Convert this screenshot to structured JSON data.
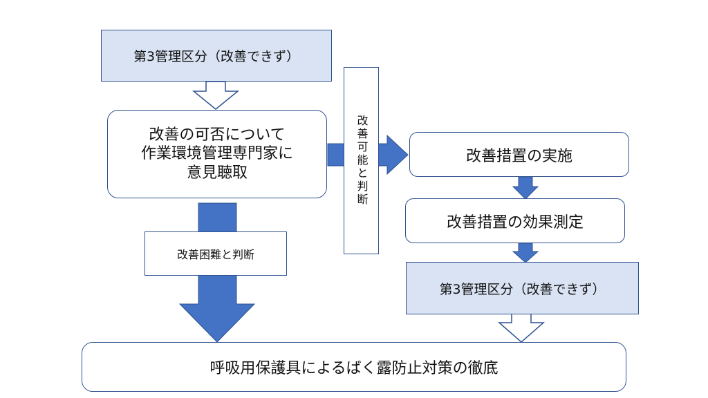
{
  "diagram": {
    "top_banner": "第3管理区分（改善できず）",
    "consult_box": "改善の可否について\n作業環境管理専門家に\n意見聴取",
    "possible_label": "改善可能と判断",
    "difficult_label": "改善困難と判断",
    "implement_box": "改善措置の実施",
    "measure_box": "改善措置の効果測定",
    "result_banner": "第3管理区分（改善できず）",
    "final_box": "呼吸用保護具によるばく露防止対策の徹底"
  },
  "colors": {
    "banner_fill": "#dae3f3",
    "border": "#2f528f",
    "arrow_fill": "#4472c4"
  }
}
